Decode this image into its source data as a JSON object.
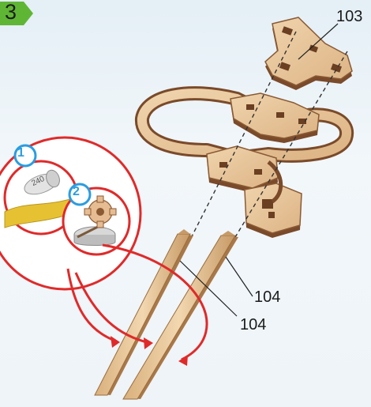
{
  "step": {
    "number": "3"
  },
  "callouts": {
    "base_part": "103",
    "stick_a": "104",
    "stick_b": "104"
  },
  "badges": {
    "sanding": "1",
    "gluing": "2"
  },
  "sandpaper_grit": "240",
  "colors": {
    "step_badge": "#5fb634",
    "wood_light": "#e7c79b",
    "wood_dark": "#7a4a2a",
    "highlight_circle": "#e02a2a",
    "badge_blue": "#2a9de0",
    "sandpaper": "#e6c233"
  }
}
